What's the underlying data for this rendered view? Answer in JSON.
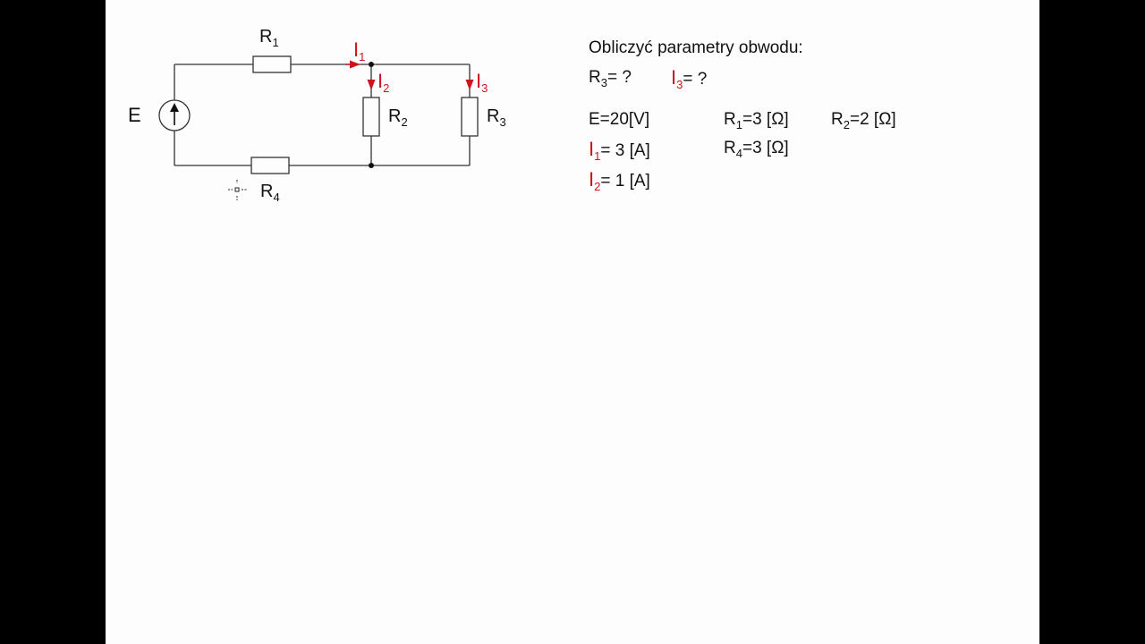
{
  "circuit": {
    "source_label": "E",
    "r1_label": "R",
    "r1_sub": "1",
    "r2_label": "R",
    "r2_sub": "2",
    "r3_label": "R",
    "r3_sub": "3",
    "r4_label": "R",
    "r4_sub": "4",
    "i1_label": "I",
    "i1_sub": "1",
    "i2_label": "I",
    "i2_sub": "2",
    "i3_label": "I",
    "i3_sub": "3"
  },
  "task": {
    "title": "Obliczyć parametry obwodu:",
    "unknown_r3": {
      "sym": "R",
      "sub": "3",
      "rest": "= ?"
    },
    "unknown_i3": {
      "sym": "I",
      "sub": "3",
      "rest": "= ?"
    },
    "given_e": "E=20[V]",
    "given_r1": {
      "sym": "R",
      "sub": "1",
      "rest": "=3 [Ω]"
    },
    "given_r2": {
      "sym": "R",
      "sub": "2",
      "rest": "=2 [Ω]"
    },
    "given_i1": {
      "sym": "I",
      "sub": "1",
      "rest": "= 3  [A]"
    },
    "given_r4": {
      "sym": "R",
      "sub": "4",
      "rest": "=3 [Ω]"
    },
    "given_i2": {
      "sym": "I",
      "sub": "2",
      "rest": "= 1  [A]"
    }
  },
  "colors": {
    "current": "#d0141e",
    "wire": "#333333",
    "background": "#fdfdfd",
    "frame": "#000000"
  }
}
